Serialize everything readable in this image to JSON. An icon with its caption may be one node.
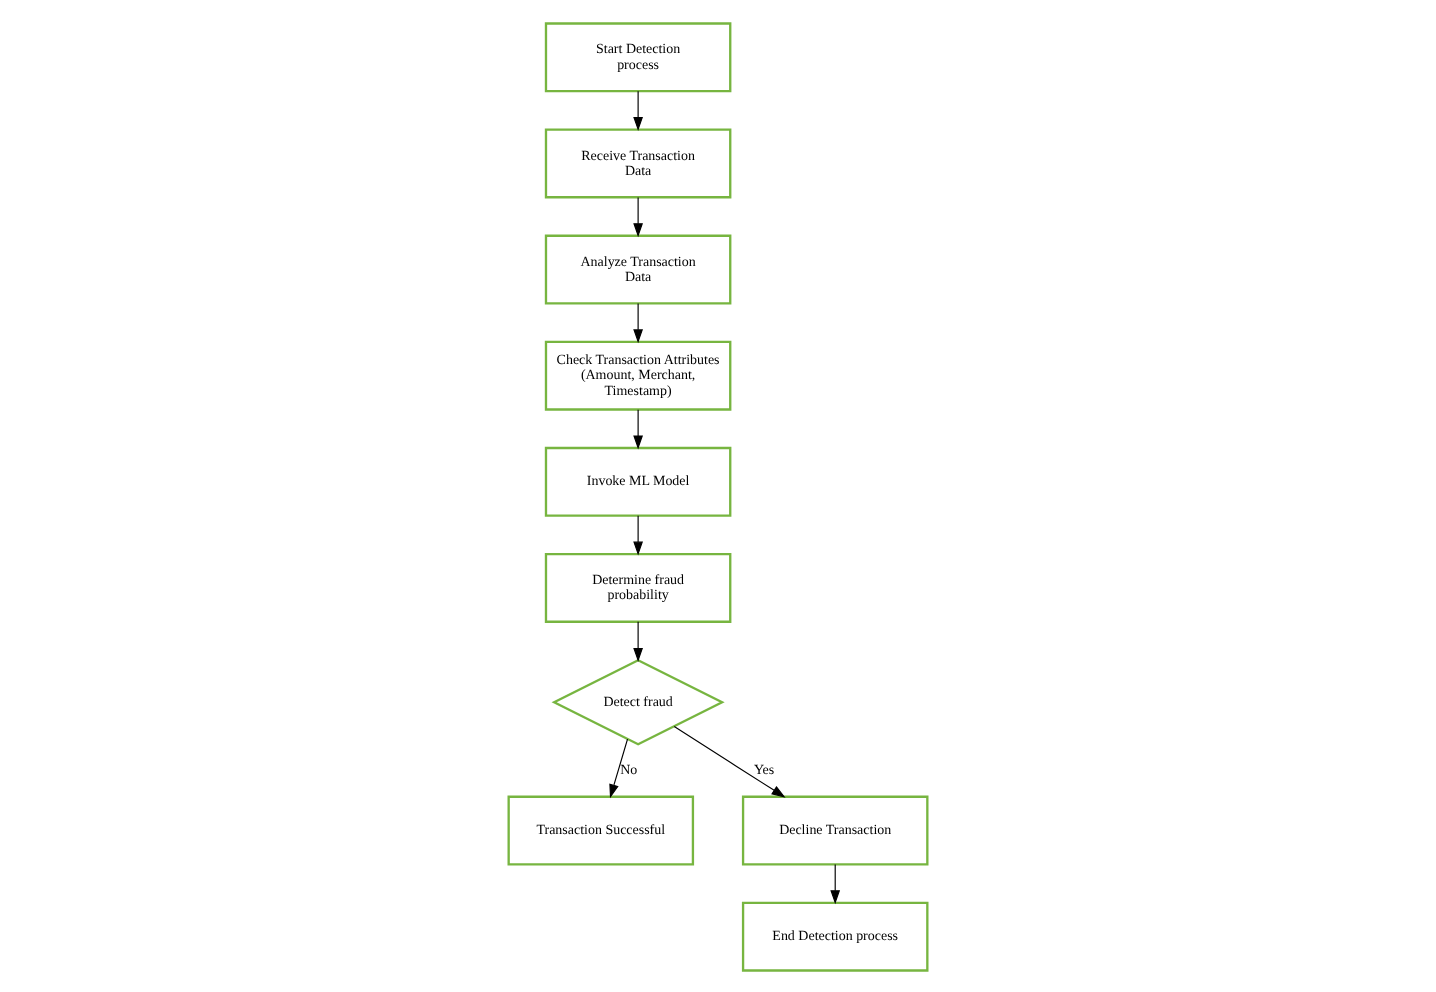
{
  "diagram": {
    "nodes": [
      {
        "text": [
          "Start Detection process"
        ]
      },
      {
        "text": [
          "Receive Transaction Data"
        ]
      },
      {
        "text": [
          "Analyze Transaction Data"
        ]
      },
      {
        "text": [
          "Check Transaction Attributes (Amount, Merchant, Timestamp)"
        ]
      },
      {
        "text": [
          "Invoke ML Model"
        ]
      },
      {
        "text": [
          "Determine fraud probability"
        ]
      },
      {
        "text": [
          "Detect fraud"
        ]
      },
      {
        "text": [
          "Transaction Successful"
        ]
      },
      {
        "text": [
          "Decline Transaction"
        ]
      },
      {
        "text": [
          "End Detection process"
        ]
      }
    ],
    "edges": [
      {
        "from": 0,
        "to": 1,
        "arrow": "to"
      },
      {
        "from": 1,
        "to": 2,
        "arrow": "to"
      },
      {
        "from": 2,
        "to": 3,
        "arrow": "to"
      },
      {
        "from": 3,
        "to": 4,
        "arrow": "to"
      },
      {
        "from": 4,
        "to": 5,
        "arrow": "to"
      },
      {
        "from": 5,
        "to": 6,
        "arrow": "to"
      },
      {
        "from": 6,
        "to": 7,
        "label": "No",
        "arrow": "to"
      },
      {
        "from": 6,
        "to": 8,
        "label": "Yes",
        "arrow": "to"
      },
      {
        "from": 8,
        "to": 9,
        "arrow": "to"
      }
    ]
  }
}
